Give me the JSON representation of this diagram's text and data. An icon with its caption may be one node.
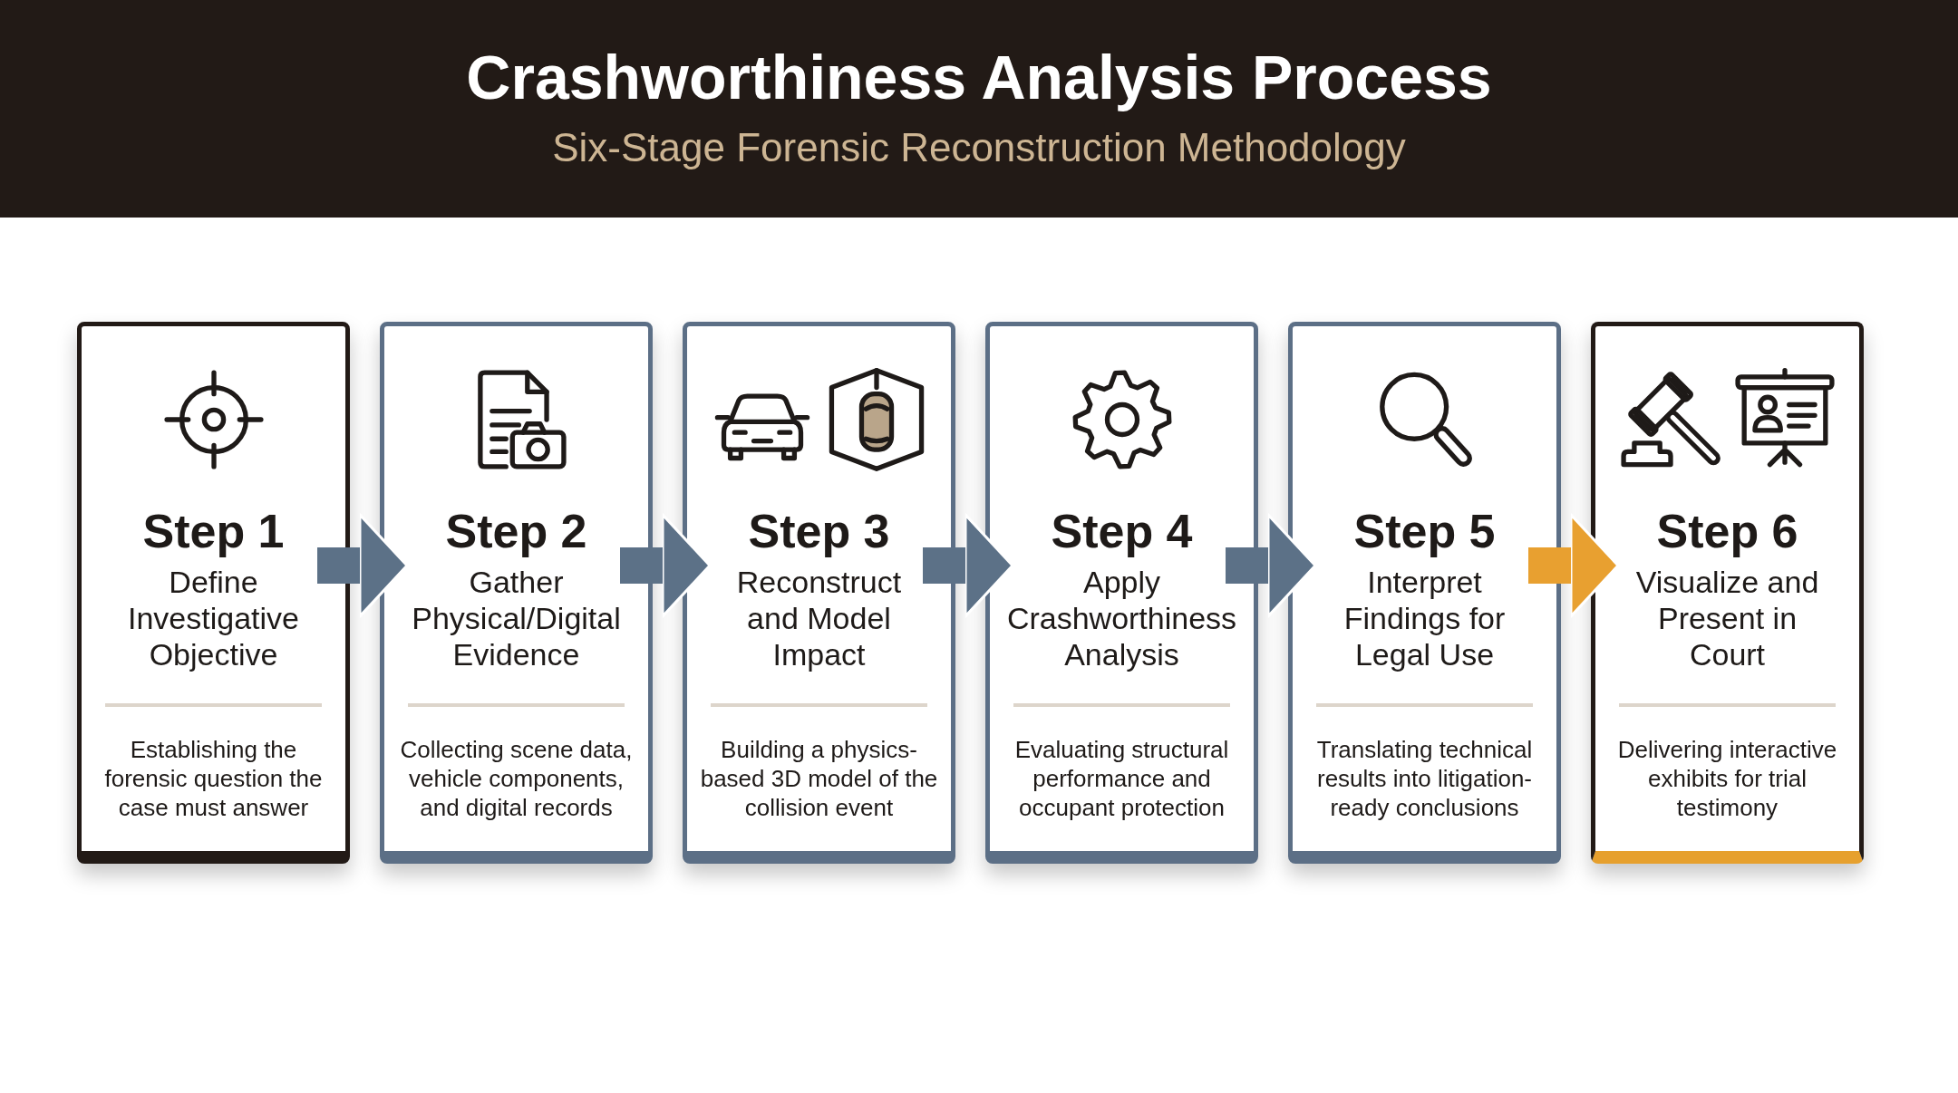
{
  "diagram": {
    "title": "Crashworthiness Analysis Process",
    "caption": "Six-Stage Forensic Reconstruction Methodology",
    "nodes": [
      {
        "text": [
          "Step 1",
          "Define Investigative Objective",
          "Establishing the forensic question the case must answer"
        ]
      },
      {
        "text": [
          "Step 2",
          "Gather Physical/Digital Evidence",
          "Collecting scene data, vehicle components, and digital records"
        ]
      },
      {
        "text": [
          "Step 3",
          "Reconstruct and Model Impact",
          "Building a physics-based 3D model of the collision event"
        ]
      },
      {
        "text": [
          "Step 4",
          "Apply Crashworthiness Analysis",
          "Evaluating structural performance and occupant protection"
        ]
      },
      {
        "text": [
          "Step 5",
          "Interpret Findings for Legal Use",
          "Translating technical results into litigation-ready conclusions"
        ]
      },
      {
        "text": [
          "Step 6",
          "Visualize and Present in Court",
          "Delivering interactive exhibits for trial testimony"
        ]
      }
    ],
    "edges": [
      {
        "from": 0,
        "to": 1,
        "arrow": "to"
      },
      {
        "from": 1,
        "to": 2,
        "arrow": "to"
      },
      {
        "from": 2,
        "to": 3,
        "arrow": "to"
      },
      {
        "from": 3,
        "to": 4,
        "arrow": "to"
      },
      {
        "from": 4,
        "to": 5,
        "arrow": "to",
        "color": "#e8a030"
      }
    ]
  }
}
